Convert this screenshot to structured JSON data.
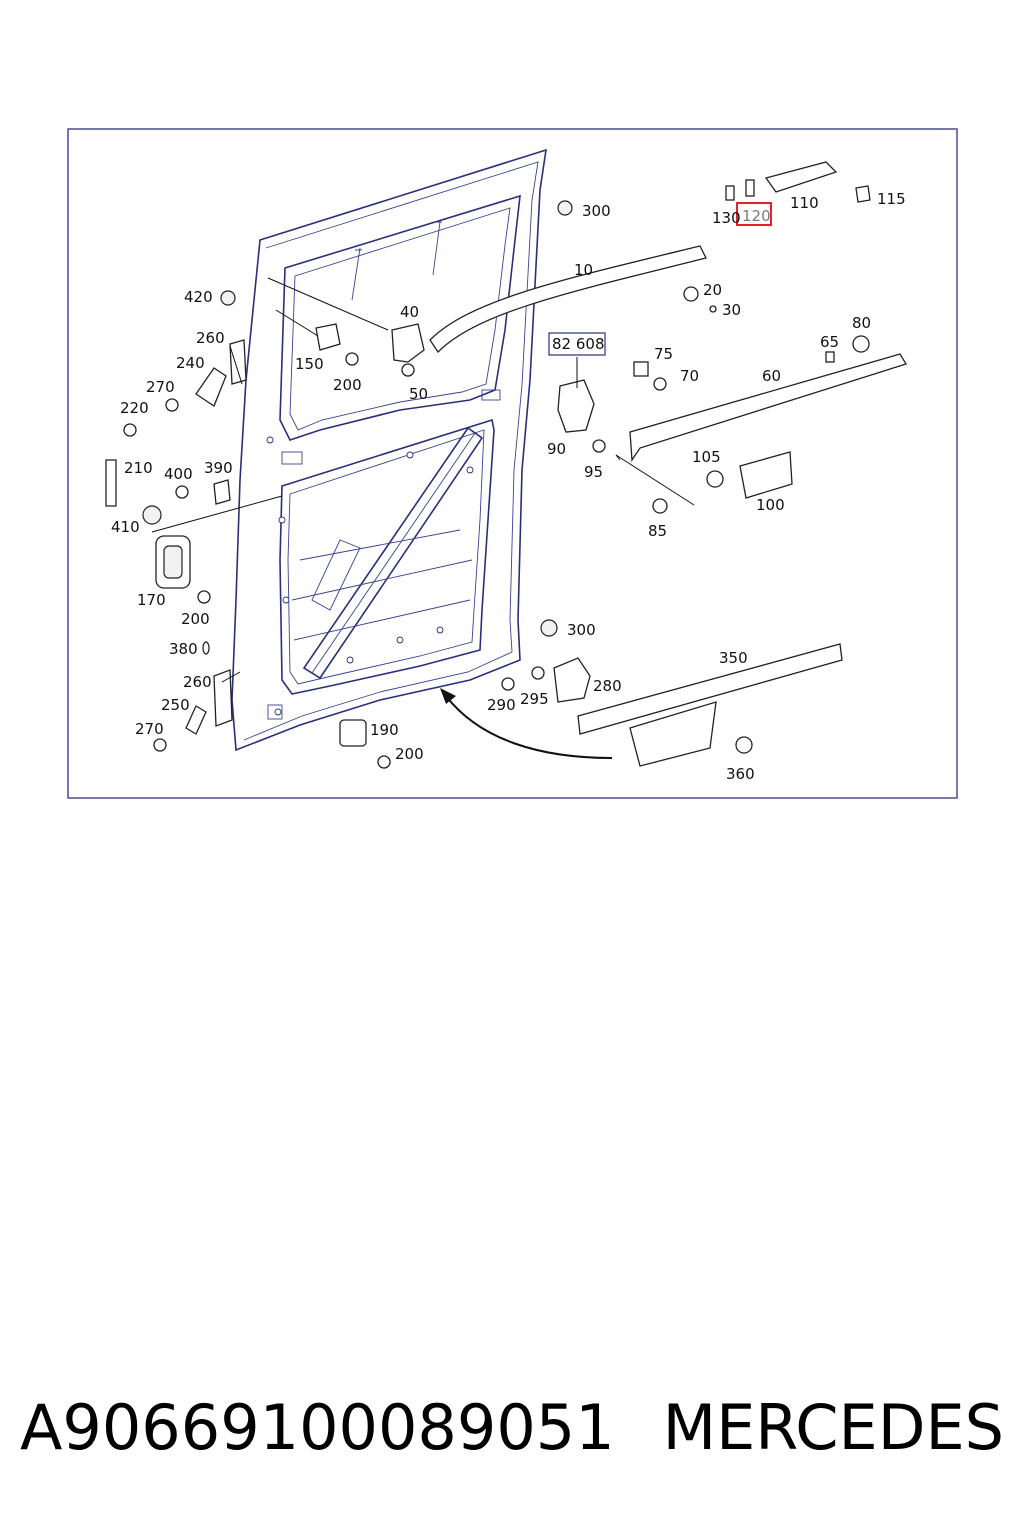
{
  "colors": {
    "frame": "#4a4f8a",
    "door_outline": "#2a2f7a",
    "highlight": "#e0242c"
  },
  "callouts": {
    "p10": "10",
    "p20": "20",
    "p30": "30",
    "p40": "40",
    "p50": "50",
    "p60": "60",
    "p65": "65",
    "p70": "70",
    "p75": "75",
    "p80": "80",
    "p85": "85",
    "p90": "90",
    "p95": "95",
    "p100": "100",
    "p105": "105",
    "p110": "110",
    "p115": "115",
    "p120": "120",
    "p130": "130",
    "p150": "150",
    "p170": "170",
    "p190": "190",
    "p200a": "200",
    "p200b": "200",
    "p200c": "200",
    "p210": "210",
    "p220": "220",
    "p240": "240",
    "p250": "250",
    "p260a": "260",
    "p260b": "260",
    "p270a": "270",
    "p270b": "270",
    "p280": "280",
    "p290": "290",
    "p295": "295",
    "p300a": "300",
    "p300b": "300",
    "p350": "350",
    "p360": "360",
    "p380": "380",
    "p390": "390",
    "p400": "400",
    "p410": "410",
    "p420": "420",
    "ref82608": "82 608"
  },
  "footer": {
    "part_number": "A9066910008​9051",
    "brand": "MERCEDES"
  }
}
